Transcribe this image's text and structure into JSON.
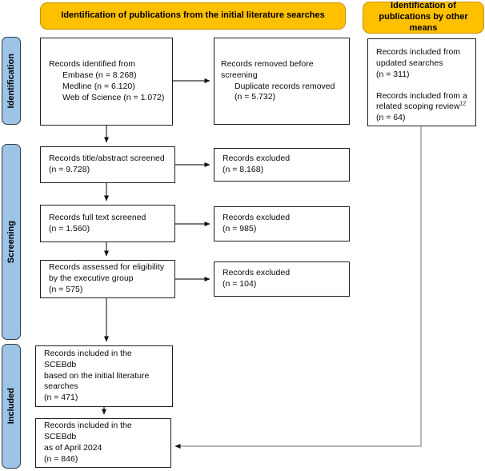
{
  "headers": {
    "initial_searches": "Identification of publications from the initial literature searches",
    "other_means": "Identification of publications by other means"
  },
  "sidebar": {
    "identification": "Identification",
    "screening": "Screening",
    "included": "Included"
  },
  "boxes": {
    "identified": {
      "title": "Records identified from",
      "items": [
        "Embase (n = 8.268)",
        "Medline (n = 6.120)",
        "Web of Science (n = 1.072)"
      ]
    },
    "removed": {
      "title": "Records removed before screening",
      "items": [
        "Duplicate records removed",
        "(n = 5.732)"
      ]
    },
    "title_abstract": {
      "lines": [
        "Records title/abstract screened",
        "(n = 9.728)"
      ]
    },
    "excluded_title_abstract": {
      "lines": [
        "Records excluded",
        "(n = 8.168)"
      ]
    },
    "full_text": {
      "lines": [
        "Records full text screened",
        "(n = 1.560)"
      ]
    },
    "excluded_full_text": {
      "lines": [
        "Records excluded",
        "(n = 985)"
      ]
    },
    "eligibility": {
      "lines": [
        "Records assessed for eligibility",
        "by the executive group",
        "(n = 575)"
      ]
    },
    "excluded_eligibility": {
      "lines": [
        "Records excluded",
        "(n = 104)"
      ]
    },
    "included_initial": {
      "lines": [
        "Records included in the SCEBdb",
        "based on the initial literature",
        "searches",
        "(n = 471)"
      ]
    },
    "included_final": {
      "lines": [
        "Records included in the SCEBdb",
        "as of April 2024",
        "(n = 846)"
      ]
    },
    "other_means": {
      "para1": [
        "Records included from",
        "updated searches",
        "(n = 311)"
      ],
      "para2_line1": "Records included from a",
      "para2_line2": "related scoping review",
      "para2_sup": "12",
      "para2_line3": "(n = 64)"
    }
  },
  "colors": {
    "header_bg": "#FFC000",
    "header_border": "#C99400",
    "sidebar_bg": "#9DC3E6",
    "sidebar_border": "#2F3B47",
    "box_border": "#1F1F1F",
    "arrow": "#2B2B2B",
    "connector": "#8A8A8A"
  }
}
